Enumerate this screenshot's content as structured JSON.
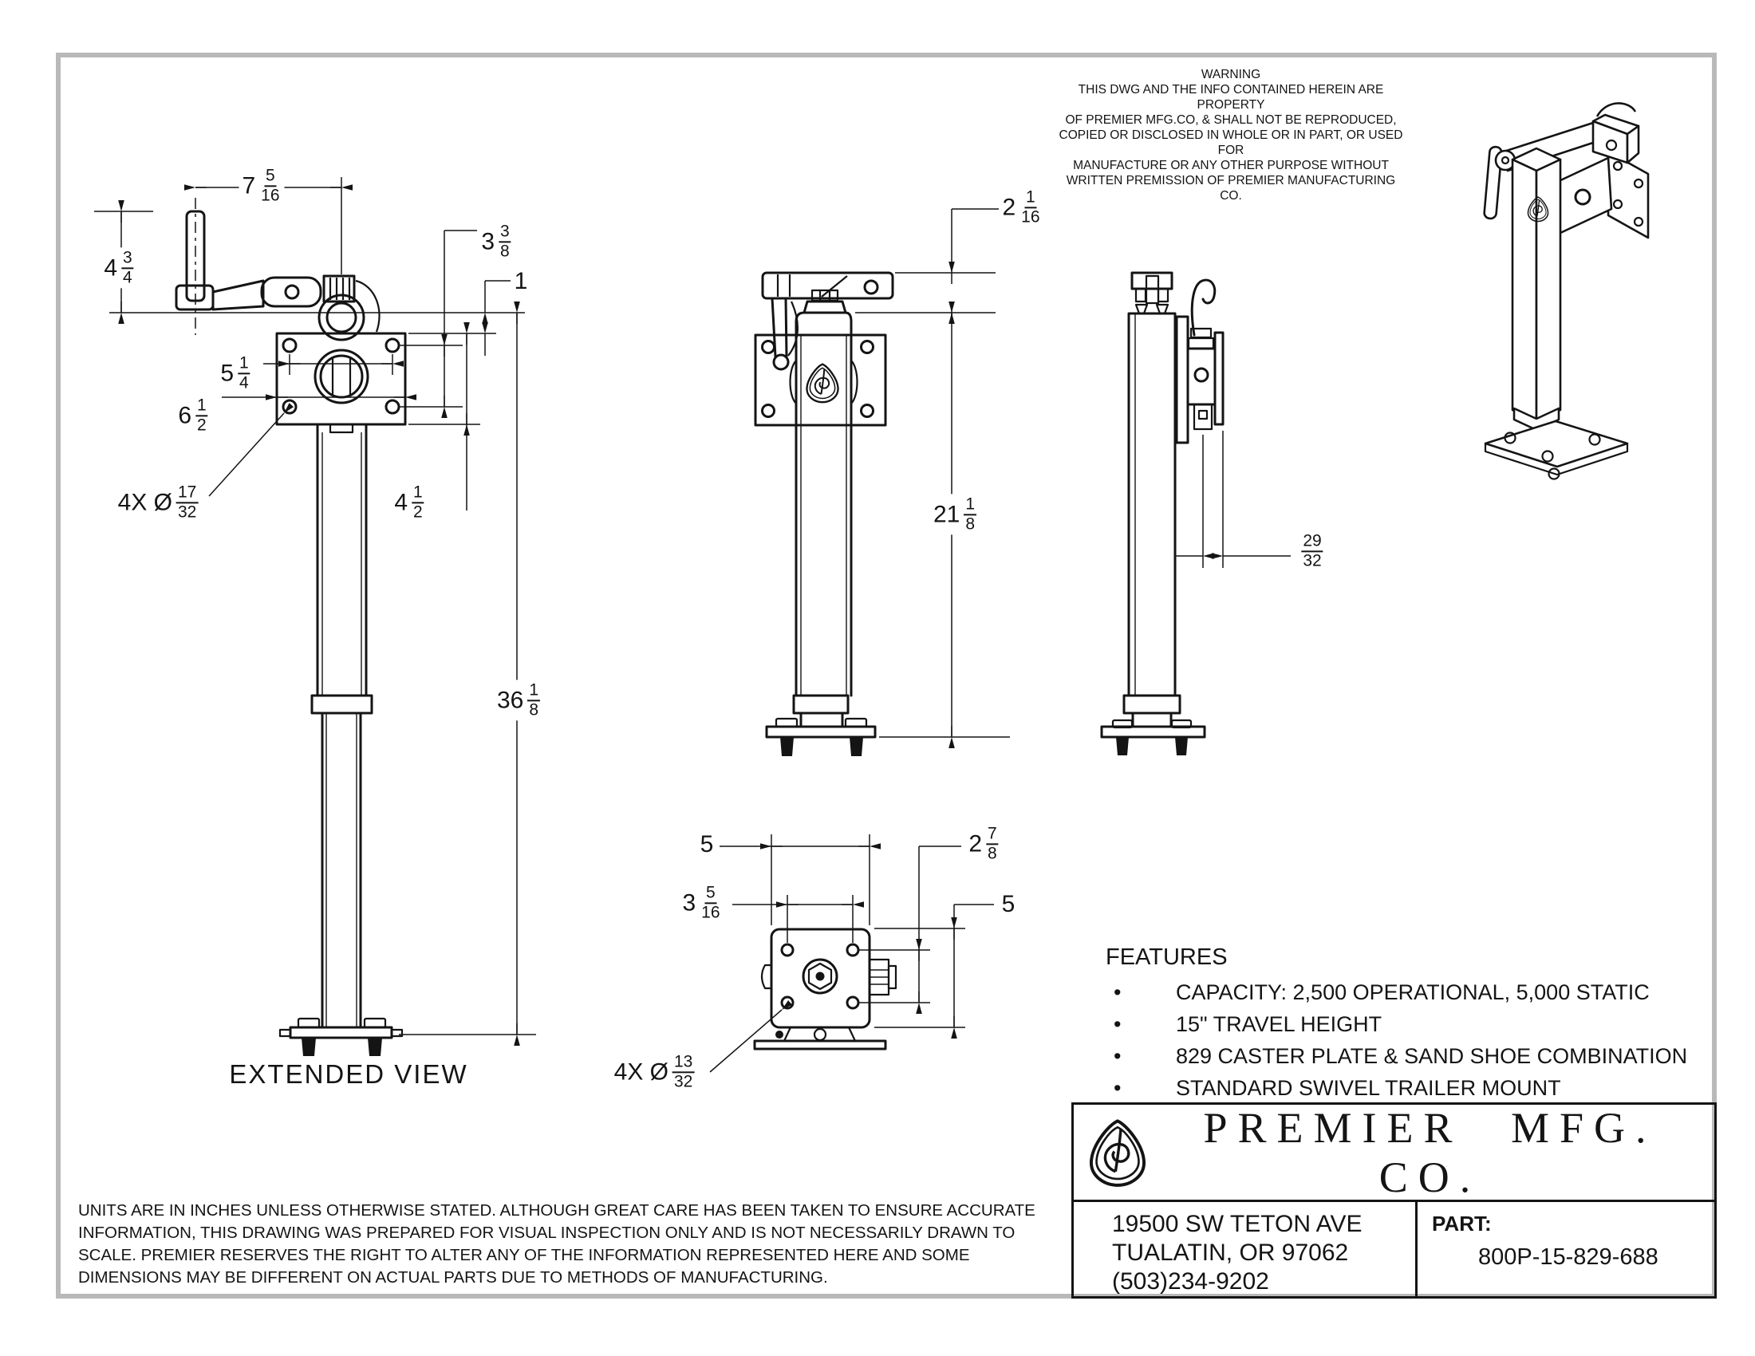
{
  "warning": {
    "title": "WARNING",
    "lines": [
      "THIS DWG AND THE INFO CONTAINED HEREIN ARE PROPERTY",
      "OF PREMIER MFG.CO, & SHALL NOT BE REPRODUCED,",
      "COPIED OR DISCLOSED IN WHOLE OR IN PART, OR USED FOR",
      "MANUFACTURE OR ANY OTHER PURPOSE WITHOUT",
      "WRITTEN PREMISSION OF PREMIER MANUFACTURING CO."
    ]
  },
  "views": {
    "extended_label": "EXTENDED VIEW"
  },
  "dims": {
    "d7516": {
      "whole": "7",
      "num": "5",
      "den": "16"
    },
    "d434": {
      "whole": "4",
      "num": "3",
      "den": "4"
    },
    "d338": {
      "whole": "3",
      "num": "3",
      "den": "8"
    },
    "d1": {
      "whole": "1"
    },
    "d514": {
      "whole": "5",
      "num": "1",
      "den": "4"
    },
    "d612": {
      "whole": "6",
      "num": "1",
      "den": "2"
    },
    "d1732": {
      "prefix": "4X Ø",
      "num": "17",
      "den": "32"
    },
    "d412": {
      "whole": "4",
      "num": "1",
      "den": "2"
    },
    "d3618": {
      "whole": "36",
      "num": "1",
      "den": "8"
    },
    "d2116": {
      "whole": "2",
      "num": "1",
      "den": "16"
    },
    "d2118": {
      "whole": "21",
      "num": "1",
      "den": "8"
    },
    "d2932": {
      "num": "29",
      "den": "32"
    },
    "d5top": {
      "whole": "5"
    },
    "d3516": {
      "whole": "3",
      "num": "5",
      "den": "16"
    },
    "d278": {
      "whole": "2",
      "num": "7",
      "den": "8"
    },
    "d5rt": {
      "whole": "5"
    },
    "d1332": {
      "prefix": "4X Ø",
      "num": "13",
      "den": "32"
    }
  },
  "features": {
    "title": "FEATURES",
    "bullet": "•",
    "items": [
      "CAPACITY: 2,500 OPERATIONAL, 5,000 STATIC",
      "15\" TRAVEL HEIGHT",
      "829 CASTER PLATE & SAND SHOE COMBINATION",
      "STANDARD SWIVEL TRAILER MOUNT"
    ]
  },
  "disclaimer": {
    "lines": [
      "UNITS ARE IN INCHES UNLESS OTHERWISE STATED.  ALTHOUGH GREAT CARE HAS BEEN TAKEN TO ENSURE ACCURATE",
      "INFORMATION, THIS DRAWING WAS PREPARED FOR VISUAL INSPECTION ONLY AND IS NOT NECESSARILY DRAWN TO",
      "SCALE.  PREMIER RESERVES THE RIGHT TO ALTER ANY OF THE INFORMATION REPRESENTED HERE AND SOME",
      "DIMENSIONS MAY BE DIFFERENT ON ACTUAL PARTS DUE TO METHODS OF MANUFACTURING."
    ]
  },
  "title_block": {
    "company": "PREMIER MFG. CO.",
    "address_lines": [
      "19500 SW TETON AVE",
      "TUALATIN, OR 97062",
      "(503)234-9202"
    ],
    "part_label": "PART:",
    "part_number": "800P-15-829-688"
  }
}
